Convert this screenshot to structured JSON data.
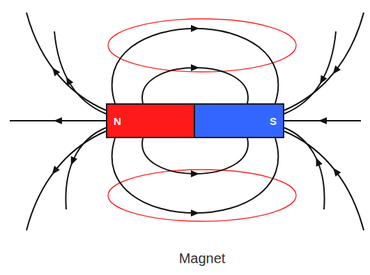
{
  "diagram": {
    "caption": "Magnet",
    "nodes": [
      {
        "text": [
          "N"
        ]
      },
      {
        "text": [
          "S"
        ]
      }
    ]
  }
}
